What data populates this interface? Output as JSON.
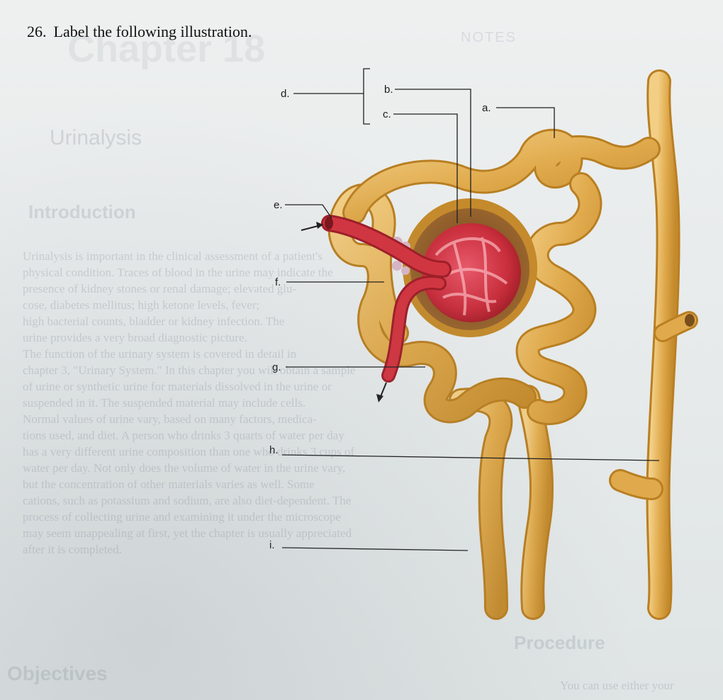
{
  "question": {
    "number": "26.",
    "text": "Label the following illustration."
  },
  "labels": [
    "a.",
    "b.",
    "c.",
    "d.",
    "e.",
    "f.",
    "g.",
    "h.",
    "i."
  ],
  "background_page": {
    "chapter_title": "Chapter 18",
    "notes_tag": "NOTES",
    "section_title": "Urinalysis",
    "heading_intro": "Introduction",
    "body_lines": [
      "Urinalysis is important in the clinical assessment of a patient's",
      "physical condition. Traces of blood in the urine may indicate the",
      "presence of kidney stones or renal damage; elevated glu-",
      "cose, diabetes mellitus; high ketone levels, fever;",
      "high bacterial counts, bladder or kidney infection. The",
      "urine provides a very broad diagnostic picture.",
      "The function of the urinary system is covered in detail in",
      "chapter 3, \"Urinary System.\" In this chapter you will obtain a sample",
      "of urine or synthetic urine for materials dissolved in the urine or",
      "suspended in it. The suspended material may include cells.",
      "Normal values of urine vary, based on many factors, medica-",
      "tions used, and diet. A person who drinks 3 quarts of water per day",
      "has a very different urine composition than one who drinks 3 cups of",
      "water per day. Not only does the volume of water in the urine vary,",
      "but the concentration of other materials varies as well. Some",
      "cations, such as potassium and sodium, are also diet-dependent. The",
      "process of collecting urine and examining it under the microscope",
      "may seem unappealing at first, yet the chapter is usually appreciated",
      "after it is completed."
    ],
    "heading_objectives": "Objectives",
    "heading_procedure": "Procedure",
    "footnote": "You can use either your"
  },
  "colors": {
    "tubule": "#e0aa4c",
    "tubule_dark": "#b97f22",
    "tubule_light": "#f3cf86",
    "vessel": "#d2343f",
    "vessel_dark": "#9e1d27",
    "capsule_inner": "#8a5a2c",
    "leader_line": "#1e1e1e"
  },
  "icons": [
    "arrow-in-icon",
    "arrow-out-icon"
  ]
}
